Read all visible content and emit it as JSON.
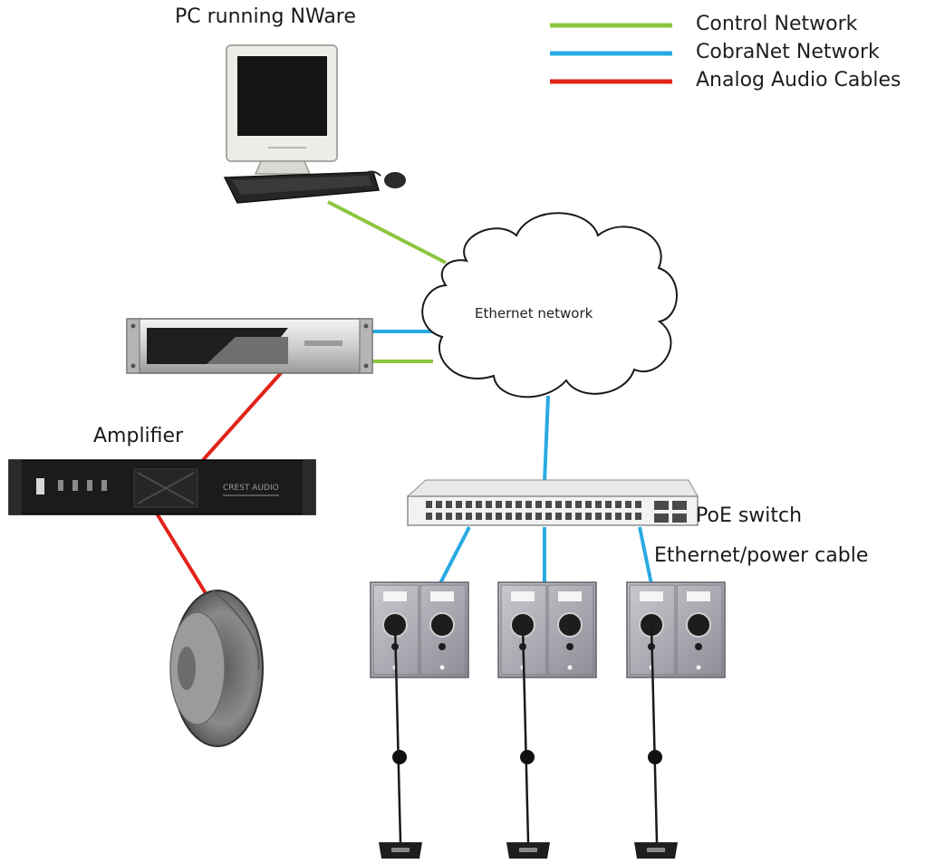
{
  "legend": {
    "items": [
      {
        "label": "Control Network",
        "color": "#8cc63f"
      },
      {
        "label": "CobraNet Network",
        "color": "#29abe2"
      },
      {
        "label": "Analog Audio Cables",
        "color": "#e2231a"
      }
    ]
  },
  "labels": {
    "pc": "PC running NWare",
    "cloud": "Ethernet network",
    "amplifier": "Amplifier",
    "poe_switch": "PoE switch",
    "cable": "Ethernet/power cable"
  },
  "amplifier_brand": "CREST AUDIO",
  "icons": {
    "pc": "desktop-computer-icon",
    "cloud": "cloud-network-icon",
    "processor": "rack-audio-processor-icon",
    "amplifier": "rack-amplifier-icon",
    "speaker": "loudspeaker-icon",
    "switch": "network-switch-icon",
    "panel": "wall-panel-icon",
    "microphone": "gooseneck-microphone-icon"
  }
}
